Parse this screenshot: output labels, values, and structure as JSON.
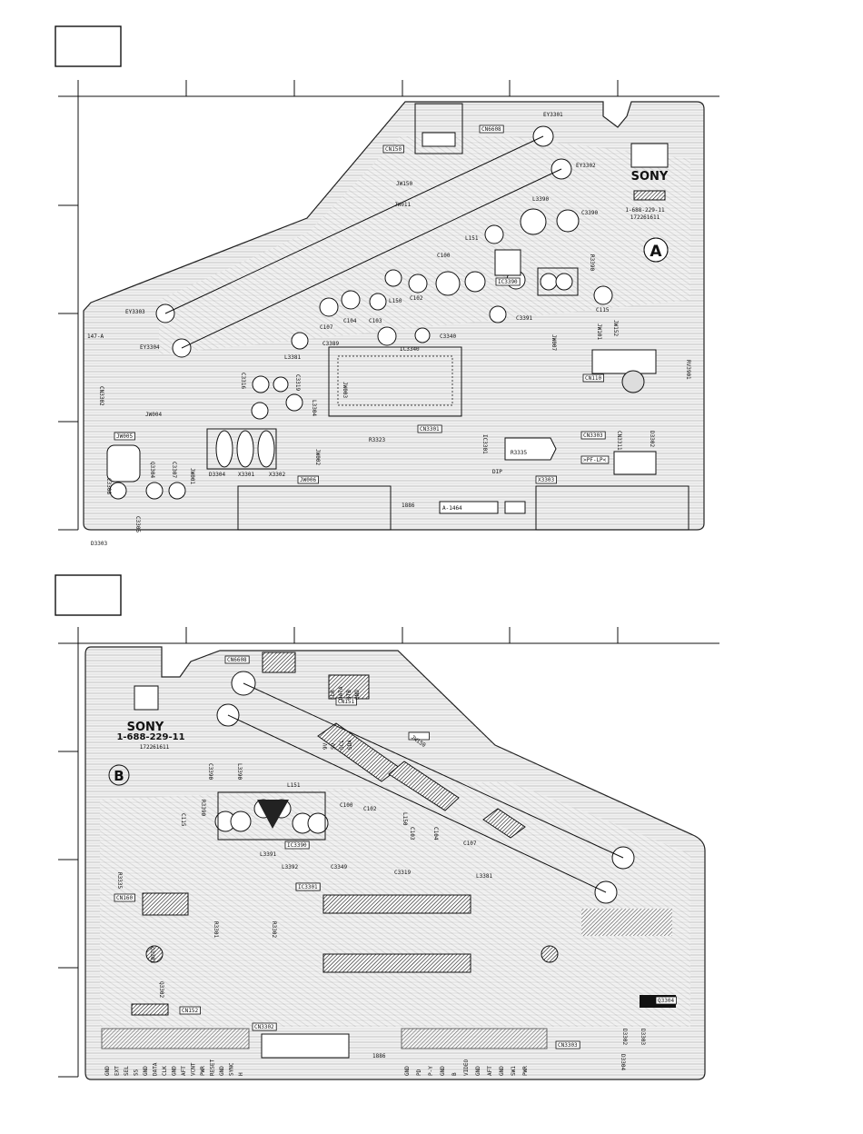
{
  "board_a": {
    "brand": "SONY",
    "part_number": "1-688-229-11",
    "sub_number": "172261611",
    "side_letter": "A",
    "labels": [
      "EY3301",
      "EY3302",
      "EY3303",
      "EY3304",
      "CN6608",
      "CN150",
      "JW150",
      "JW011",
      "L3390",
      "C3390",
      "L151",
      "R3390",
      "C100",
      "IC3390",
      "C115",
      "C102",
      "C104",
      "C103",
      "C107",
      "L150",
      "C3391",
      "JW101",
      "JW152",
      "IC3340",
      "C3340",
      "JW007",
      "C3389",
      "L3381",
      "C3316",
      "C3319",
      "L3304",
      "JW003",
      "CN110",
      "RV3901",
      "JW006",
      "CN3301",
      "IC3301",
      "JW002",
      "R3323",
      "JW001",
      "JW004",
      "JW005",
      "Q3304",
      "C3307",
      "C3308",
      "C3305",
      "D3304",
      "X3301",
      "X3302",
      "X3303",
      "CN3303",
      "CN3302",
      "R3335",
      "DIP",
      "1886",
      "A-1464",
      "147-A",
      ">PF-LP<",
      "CN3311",
      "D3302",
      "D3303"
    ]
  },
  "board_b": {
    "brand": "SONY",
    "part_number": "1-688-229-11",
    "sub_number": "172261611",
    "side_letter": "B",
    "labels": [
      "CN6608",
      "CN151",
      "JW150",
      "C3390",
      "L3390",
      "R3390",
      "L151",
      "C115",
      "C100",
      "C102",
      "IC3390",
      "L3391",
      "L3392",
      "CN3301",
      "C3349",
      "C3319",
      "L3381",
      "CN160",
      "IC3301",
      "Q3303",
      "R3301",
      "R3302",
      "Q3304",
      "Q3302",
      "CN3302",
      "CN3303",
      "1886",
      "CN152",
      "C103",
      "C104",
      "C107",
      "D3304",
      "L150",
      "R3335",
      "D3302",
      "D3303"
    ],
    "signals_top": [
      "CLK",
      "DATA",
      "STB",
      "GND"
    ],
    "signals_mid": [
      "9V",
      "5V",
      "SCL",
      "SDA"
    ],
    "pins_bottom_left": [
      "GND",
      "EXT",
      "SEL",
      "SS",
      "GND",
      "DATA",
      "CLK",
      "GND",
      "AFT",
      "VCNT",
      "PWR",
      "RESET",
      "GND",
      "SYNC",
      "H"
    ],
    "pins_bottom_right": [
      "GND",
      "PD",
      "P-Y",
      "GND",
      "B",
      "VIDEO",
      "GND",
      "AFT",
      "GND",
      "SW1",
      "PWR"
    ]
  }
}
